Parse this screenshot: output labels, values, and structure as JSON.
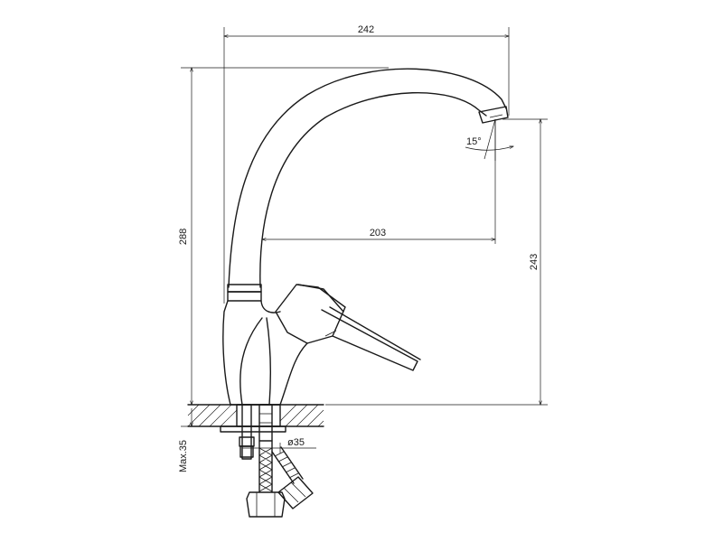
{
  "dimensions": {
    "overall_reach": "242",
    "total_height": "288",
    "spout_reach": "203",
    "spout_height": "243",
    "swivel_angle": "15°",
    "hole_diameter": "ø35",
    "max_countertop": "Max.35"
  },
  "colors": {
    "line": "#1a1a1a",
    "background": "#ffffff"
  }
}
